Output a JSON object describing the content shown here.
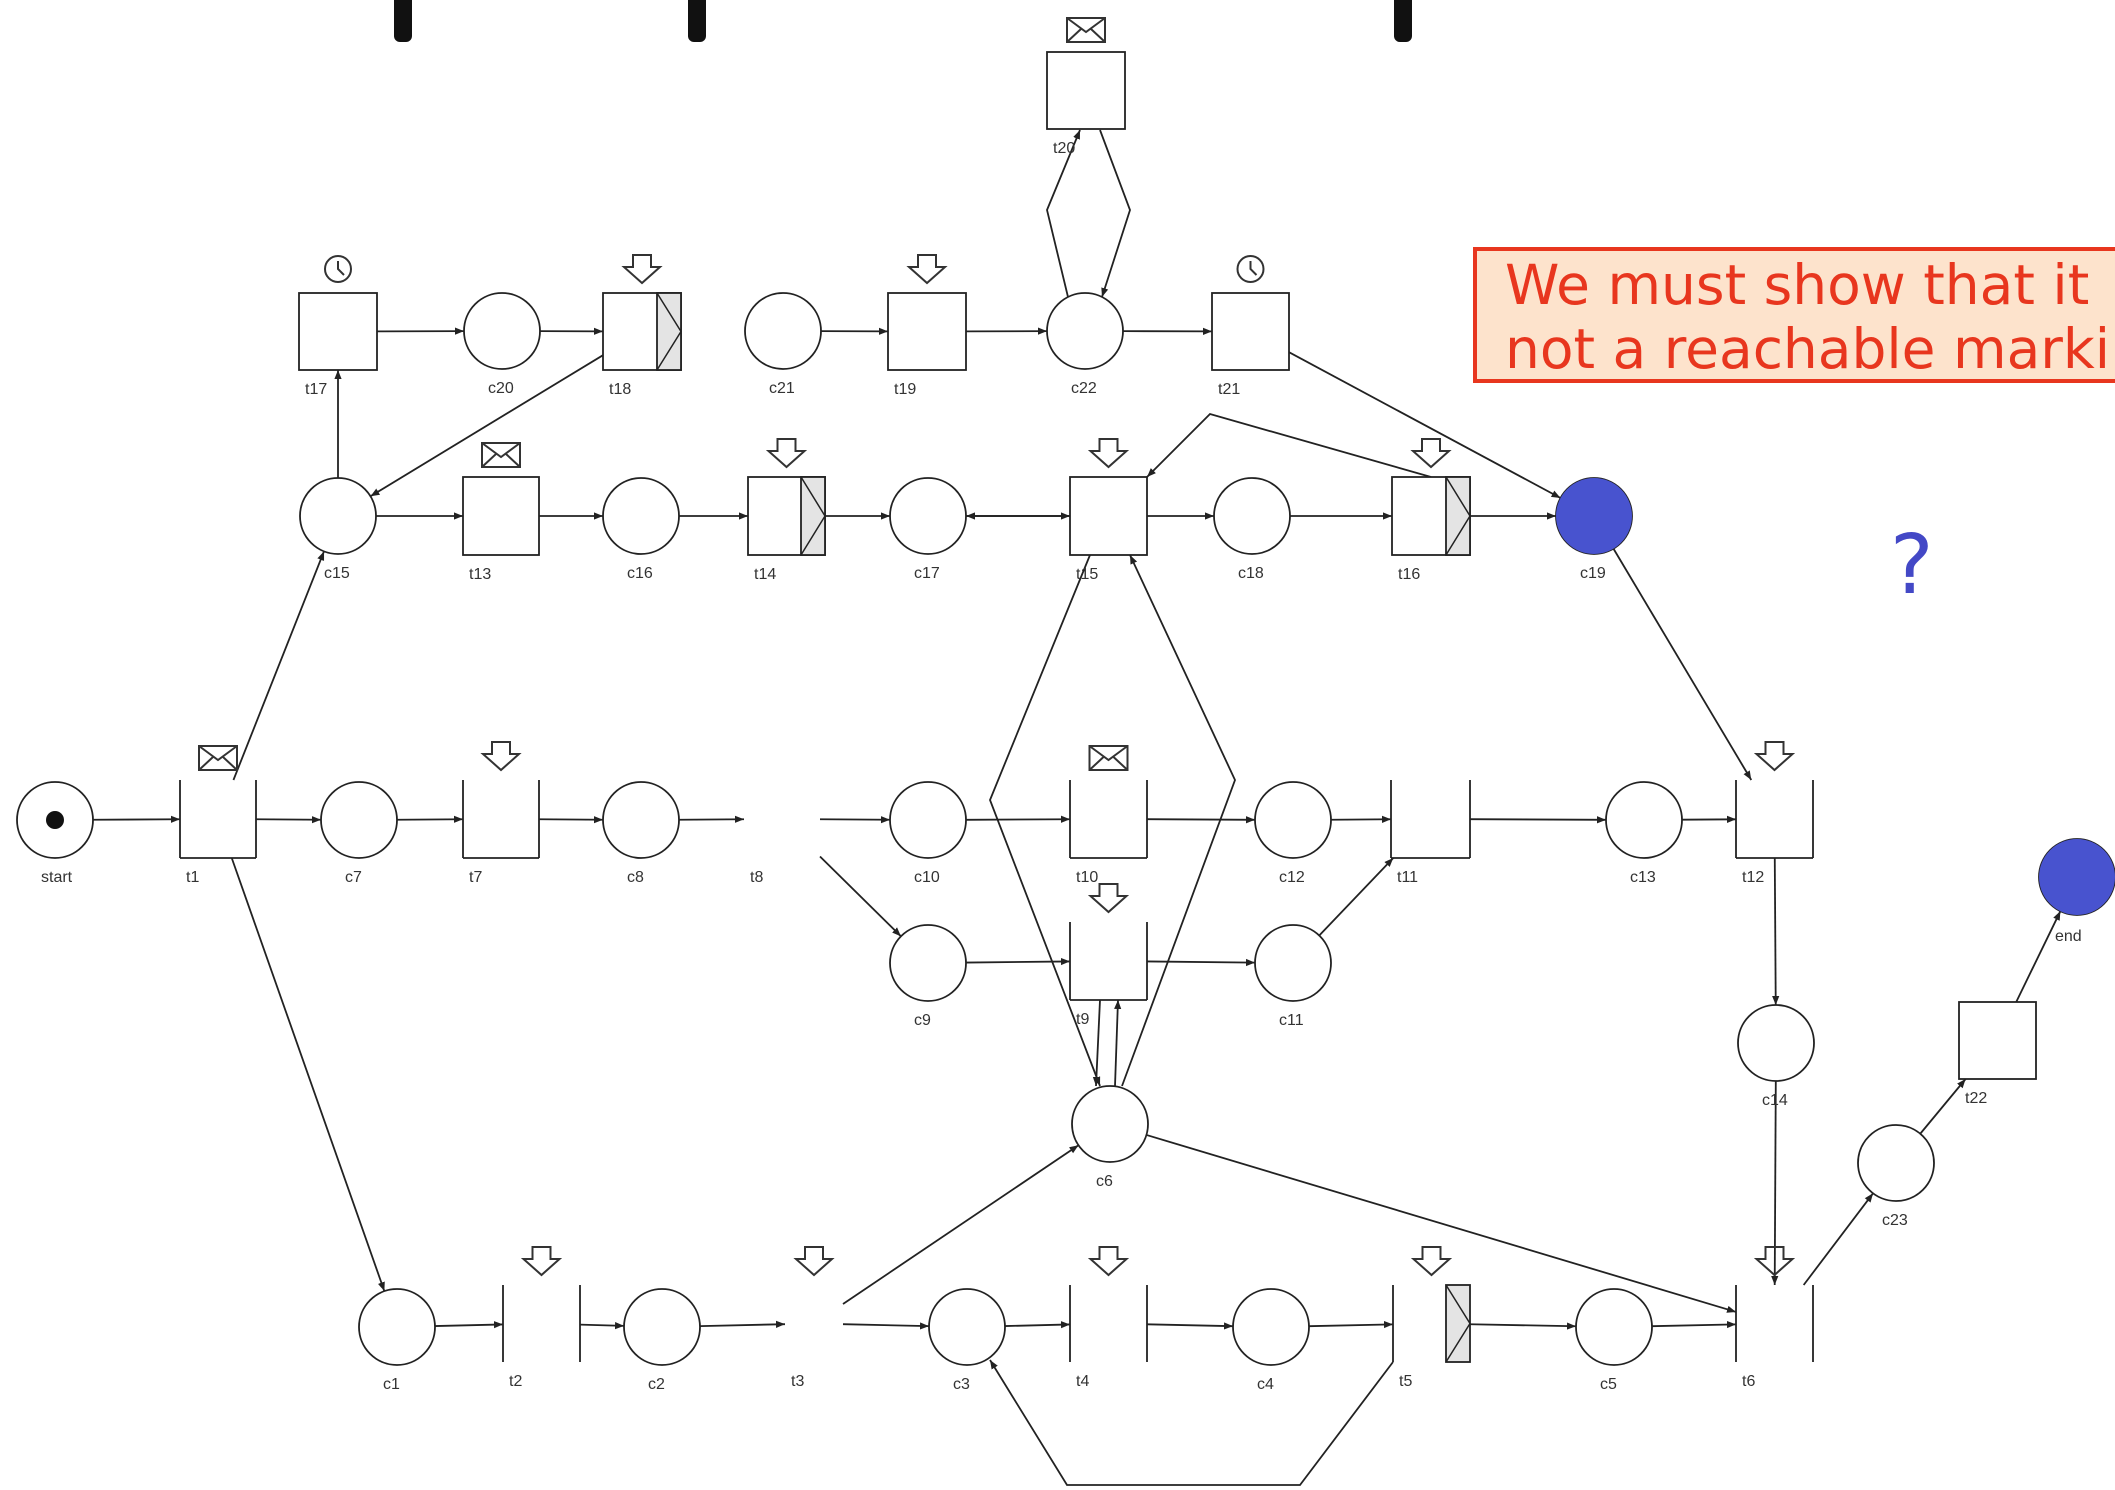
{
  "annotation": {
    "line1": "We must show that it",
    "line2": "not a reachable marki",
    "question_mark": "?",
    "callout_fill": "#fde3cc",
    "callout_border": "#e8361e",
    "token_color": "#4853cf"
  },
  "places": {
    "start": "start",
    "c1": "c1",
    "c2": "c2",
    "c3": "c3",
    "c4": "c4",
    "c5": "c5",
    "c6": "c6",
    "c7": "c7",
    "c8": "c8",
    "c9": "c9",
    "c10": "c10",
    "c11": "c11",
    "c12": "c12",
    "c13": "c13",
    "c14": "c14",
    "c15": "c15",
    "c16": "c16",
    "c17": "c17",
    "c18": "c18",
    "c19": "c19",
    "c20": "c20",
    "c21": "c21",
    "c22": "c22",
    "c23": "c23",
    "end": "end"
  },
  "transitions": {
    "t1": "t1",
    "t2": "t2",
    "t3": "t3",
    "t4": "t4",
    "t5": "t5",
    "t6": "t6",
    "t7": "t7",
    "t8": "t8",
    "t9": "t9",
    "t10": "t10",
    "t11": "t11",
    "t12": "t12",
    "t13": "t13",
    "t14": "t14",
    "t15": "t15",
    "t16": "t16",
    "t17": "t17",
    "t18": "t18",
    "t19": "t19",
    "t20": "t20",
    "t21": "t21",
    "t22": "t22"
  },
  "marking": {
    "start_tokens": 1,
    "c19_tokens": 1,
    "end_tokens": 1
  },
  "trigger_icons": {
    "t1": "envelope-icon",
    "t7": "arrow-down-icon",
    "t10": "envelope-icon",
    "t9": "arrow-down-icon",
    "t12": "arrow-down-icon",
    "t13": "envelope-icon",
    "t14": "arrow-down-icon",
    "t15": "arrow-down-icon",
    "t16": "arrow-down-icon",
    "t17": "clock-icon",
    "t18": "arrow-down-icon",
    "t19": "arrow-down-icon",
    "t20": "envelope-icon",
    "t21": "clock-icon",
    "t2": "arrow-down-icon",
    "t3": "arrow-down-icon",
    "t4": "arrow-down-icon",
    "t5": "arrow-down-icon",
    "t6": "arrow-down-icon"
  }
}
